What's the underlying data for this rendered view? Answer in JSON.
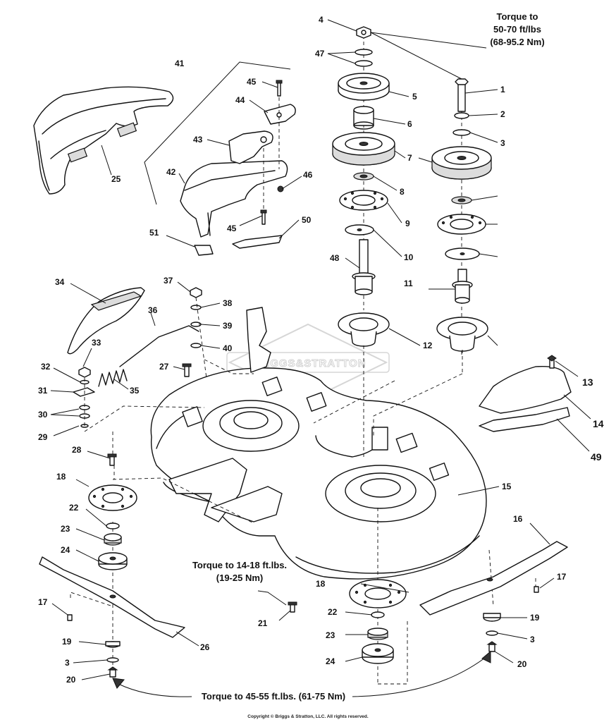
{
  "watermark": "BRIGGS&STRATTON",
  "copyright": "Copyright © Briggs & Stratton, LLC. All rights reserved.",
  "notes": {
    "torque_1": [
      "Torque to",
      "50-70 ft/lbs",
      "(68-95.2 Nm)"
    ],
    "torque_2": [
      "Torque to 14-18 ft.lbs.",
      "(19-25 Nm)"
    ],
    "torque_3": "Torque to 45-55 ft.lbs. (61-75 Nm)"
  },
  "callouts": {
    "c1": "1",
    "c2": "2",
    "c3a": "3",
    "c3b": "3",
    "c3c": "3",
    "c4": "4",
    "c5": "5",
    "c6": "6",
    "c7a": "7",
    "c8": "8",
    "c9": "9",
    "c10": "10",
    "c11": "11",
    "c12": "12",
    "c13": "13",
    "c14": "14",
    "c15": "15",
    "c16": "16",
    "c17a": "17",
    "c17b": "17",
    "c18a": "18",
    "c18b": "18",
    "c19a": "19",
    "c19b": "19",
    "c20a": "20",
    "c20b": "20",
    "c21": "21",
    "c22a": "22",
    "c22b": "22",
    "c23a": "23",
    "c23b": "23",
    "c24a": "24",
    "c24b": "24",
    "c25": "25",
    "c26": "26",
    "c27": "27",
    "c28": "28",
    "c29": "29",
    "c30": "30",
    "c31": "31",
    "c32": "32",
    "c33": "33",
    "c34": "34",
    "c35": "35",
    "c36": "36",
    "c37": "37",
    "c38": "38",
    "c39": "39",
    "c40": "40",
    "c41": "41",
    "c42": "42",
    "c43": "43",
    "c44": "44",
    "c45a": "45",
    "c45b": "45",
    "c46": "46",
    "c47": "47",
    "c48": "48",
    "c49": "49",
    "c50": "50",
    "c51": "51"
  }
}
